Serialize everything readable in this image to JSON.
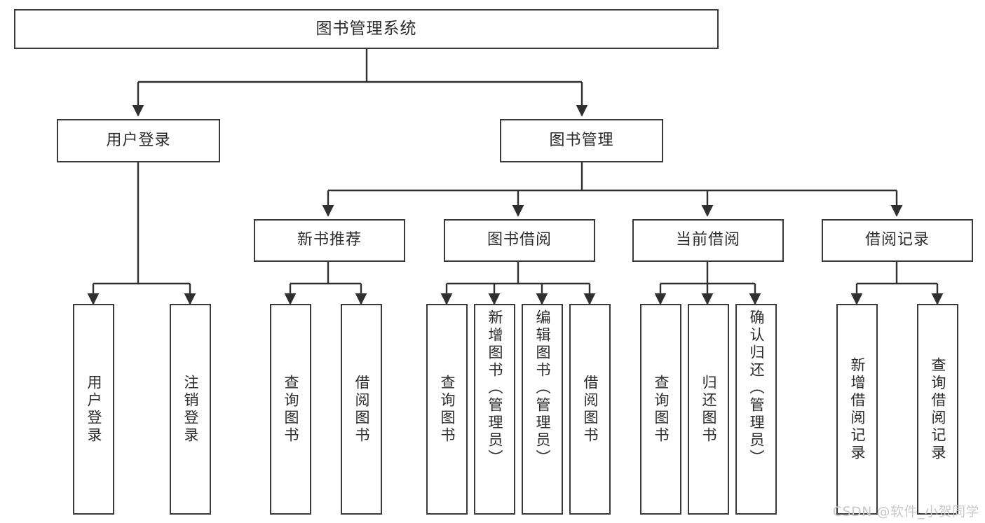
{
  "diagram": {
    "title": "图书管理系统",
    "type": "tree-hierarchy-diagram",
    "watermark": "CSDN @软件_小贺同学",
    "colors": {
      "box_border": "#3a3a3a",
      "box_fill": "#ffffff",
      "text": "#2b2b2b",
      "edge": "#2f2f2f",
      "watermark": "#c9c9c9",
      "background": "#ffffff"
    },
    "nodes": {
      "root": {
        "label": "图书管理系统",
        "level": 1,
        "orientation": "horizontal"
      },
      "level2": [
        {
          "id": "user-login",
          "label": "用户登录",
          "orientation": "horizontal"
        },
        {
          "id": "book-manage",
          "label": "图书管理",
          "orientation": "horizontal"
        }
      ],
      "level3": [
        {
          "id": "new-book-recommend",
          "label": "新书推荐",
          "orientation": "horizontal"
        },
        {
          "id": "book-borrow",
          "label": "图书借阅",
          "orientation": "horizontal"
        },
        {
          "id": "current-borrow",
          "label": "当前借阅",
          "orientation": "horizontal"
        },
        {
          "id": "borrow-record",
          "label": "借阅记录",
          "orientation": "horizontal"
        }
      ],
      "leaves": {
        "user_login_children": [
          {
            "id": "leaf-user-login",
            "label": "用户登录",
            "orientation": "vertical"
          },
          {
            "id": "leaf-logout-login",
            "label": "注销登录",
            "orientation": "vertical"
          }
        ],
        "new_book_recommend_children": [
          {
            "id": "leaf-query-book-1",
            "label": "查询图书",
            "orientation": "vertical"
          },
          {
            "id": "leaf-borrow-book-1",
            "label": "借阅图书",
            "orientation": "vertical"
          }
        ],
        "book_borrow_children": [
          {
            "id": "leaf-query-book-2",
            "label": "查询图书",
            "orientation": "vertical"
          },
          {
            "id": "leaf-add-book-admin",
            "label": "新增图书（管理员）",
            "orientation": "vertical"
          },
          {
            "id": "leaf-edit-book-admin",
            "label": "编辑图书（管理员）",
            "orientation": "vertical"
          },
          {
            "id": "leaf-borrow-book-2",
            "label": "借阅图书",
            "orientation": "vertical"
          }
        ],
        "current_borrow_children": [
          {
            "id": "leaf-query-book-3",
            "label": "查询图书",
            "orientation": "vertical"
          },
          {
            "id": "leaf-return-book",
            "label": "归还图书",
            "orientation": "vertical"
          },
          {
            "id": "leaf-confirm-return-admin",
            "label": "确认归还（管理员）",
            "orientation": "vertical"
          }
        ],
        "borrow_record_children": [
          {
            "id": "leaf-add-borrow-record",
            "label": "新增借阅记录",
            "orientation": "vertical"
          },
          {
            "id": "leaf-query-borrow-record",
            "label": "查询借阅记录",
            "orientation": "vertical"
          }
        ]
      }
    },
    "edges": [
      {
        "from": "图书管理系统",
        "to": "用户登录"
      },
      {
        "from": "图书管理系统",
        "to": "图书管理"
      },
      {
        "from": "图书管理",
        "to": "新书推荐"
      },
      {
        "from": "图书管理",
        "to": "图书借阅"
      },
      {
        "from": "图书管理",
        "to": "当前借阅"
      },
      {
        "from": "图书管理",
        "to": "借阅记录"
      },
      {
        "from": "用户登录",
        "to": "用户登录"
      },
      {
        "from": "用户登录",
        "to": "注销登录"
      },
      {
        "from": "新书推荐",
        "to": "查询图书"
      },
      {
        "from": "新书推荐",
        "to": "借阅图书"
      },
      {
        "from": "图书借阅",
        "to": "查询图书"
      },
      {
        "from": "图书借阅",
        "to": "新增图书（管理员）"
      },
      {
        "from": "图书借阅",
        "to": "编辑图书（管理员）"
      },
      {
        "from": "图书借阅",
        "to": "借阅图书"
      },
      {
        "from": "当前借阅",
        "to": "查询图书"
      },
      {
        "from": "当前借阅",
        "to": "归还图书"
      },
      {
        "from": "当前借阅",
        "to": "确认归还（管理员）"
      },
      {
        "from": "借阅记录",
        "to": "新增借阅记录"
      },
      {
        "from": "借阅记录",
        "to": "查询借阅记录"
      }
    ]
  }
}
